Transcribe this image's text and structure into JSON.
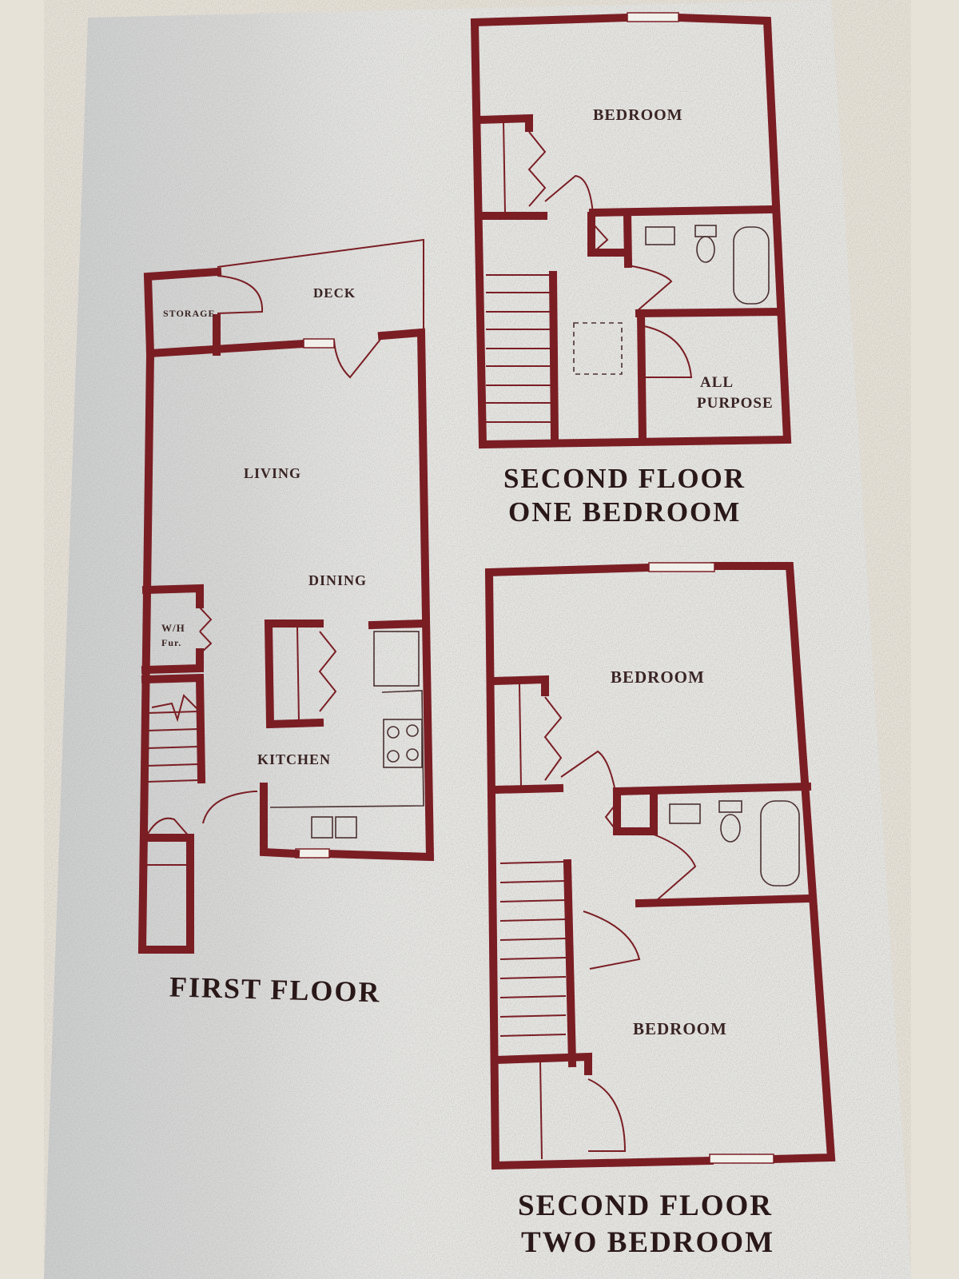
{
  "colors": {
    "background": "#e7e2d8",
    "paper": "#e6e6e3",
    "wall": "#7a1e24",
    "text": "#2a1818"
  },
  "first_floor": {
    "title": "FIRST FLOOR",
    "rooms": {
      "storage": "STORAGE",
      "deck": "DECK",
      "living": "LIVING",
      "dining": "DINING",
      "wh_fur_1": "W/H",
      "wh_fur_2": "Fur.",
      "kitchen": "KITCHEN"
    }
  },
  "second_floor_one": {
    "title_1": "SECOND FLOOR",
    "title_2": "ONE BEDROOM",
    "rooms": {
      "bedroom": "BEDROOM",
      "all_purpose_1": "ALL",
      "all_purpose_2": "PURPOSE"
    }
  },
  "second_floor_two": {
    "title_1": "SECOND FLOOR",
    "title_2": "TWO BEDROOM",
    "rooms": {
      "bedroom_top": "BEDROOM",
      "bedroom_bottom": "BEDROOM"
    }
  }
}
